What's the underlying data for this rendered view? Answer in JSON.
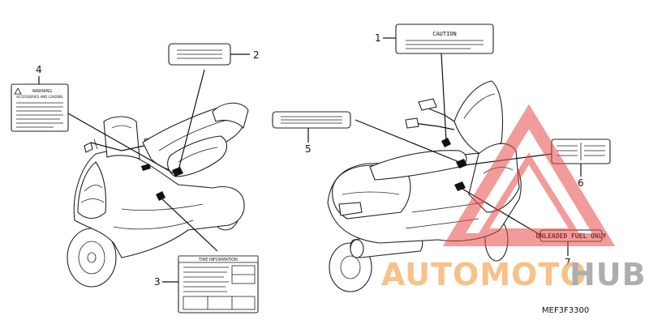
{
  "callouts": [
    "1",
    "2",
    "3",
    "4",
    "5",
    "6",
    "7"
  ],
  "labels": {
    "caution_title": "CAUTION",
    "warning_title": "WARNING",
    "warning_sub": "ACCESSORIES AND LOADING",
    "tire_title": "TIRE INFORMATION",
    "fuel_label": "UNLEADED FUEL ONLY"
  },
  "watermark": {
    "text_a": "AUTOMOTO",
    "text_b": "HUB",
    "color_a": "#f6b26b",
    "color_b": "#9a9a9a",
    "triangle_color": "#e84b4b"
  },
  "diagram_code": "MEF3F3300"
}
